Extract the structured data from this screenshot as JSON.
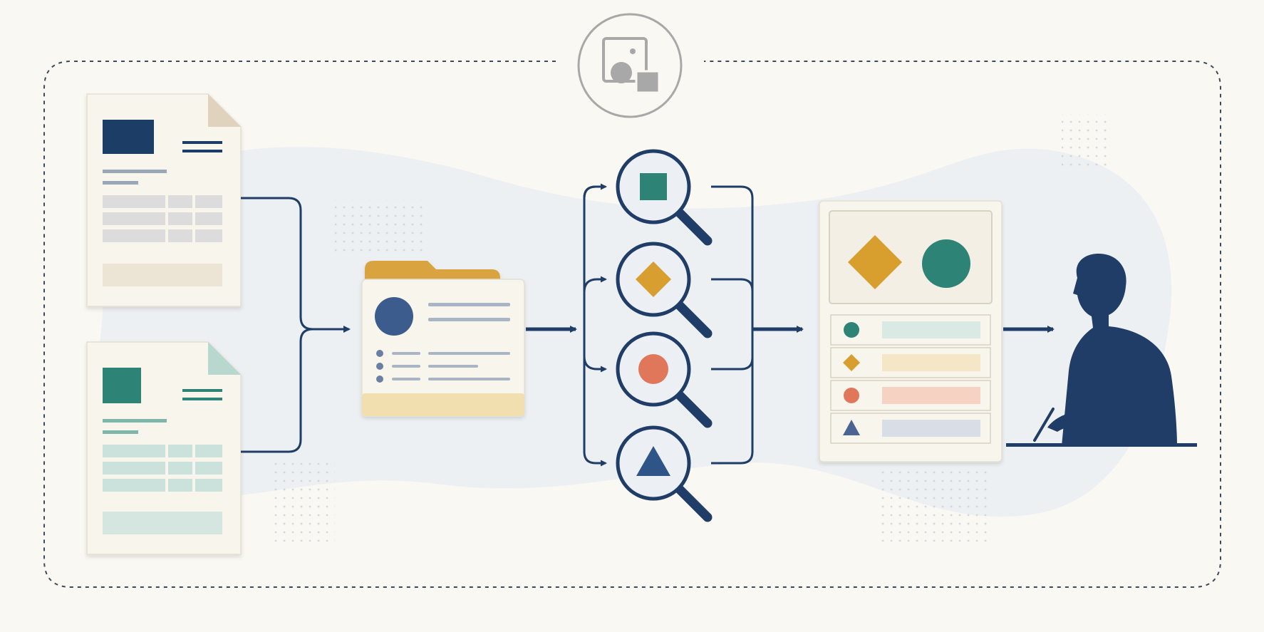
{
  "diagram": {
    "colors": {
      "background": "#faf8f2",
      "navy": "#1f3d66",
      "teal": "#2e8377",
      "gold": "#d89e2f",
      "coral": "#e0775a",
      "slate": "#4a6592",
      "paper": "#f8f5ec",
      "paper_border": "#e4dfd1",
      "blob": "#e8edf3",
      "frame_dash": "#3d4a5c",
      "badge": "#a8a8a8"
    },
    "icons": {
      "top_badge": "image-shapes-icon",
      "source_documents": [
        "document-navy-icon",
        "document-teal-icon"
      ],
      "aggregate": "folder-icon",
      "inspectors": [
        "magnifier-square-icon",
        "magnifier-diamond-icon",
        "magnifier-circle-icon",
        "magnifier-triangle-icon"
      ],
      "result": "summary-report-icon",
      "output": "person-writing-icon"
    },
    "inspector_shapes": [
      "square",
      "diamond",
      "circle",
      "triangle"
    ],
    "inspector_colors": [
      "#2e8377",
      "#d89e2f",
      "#e0775a",
      "#2f5588"
    ],
    "report_rows": [
      {
        "shape": "circle",
        "color": "#2e8377",
        "bar": "#d9e9e3"
      },
      {
        "shape": "diamond",
        "color": "#d89e2f",
        "bar": "#f5e6c7"
      },
      {
        "shape": "circle",
        "color": "#e0775a",
        "bar": "#f6d2c3"
      },
      {
        "shape": "triangle",
        "color": "#4a6592",
        "bar": "#d9dde6"
      }
    ]
  }
}
